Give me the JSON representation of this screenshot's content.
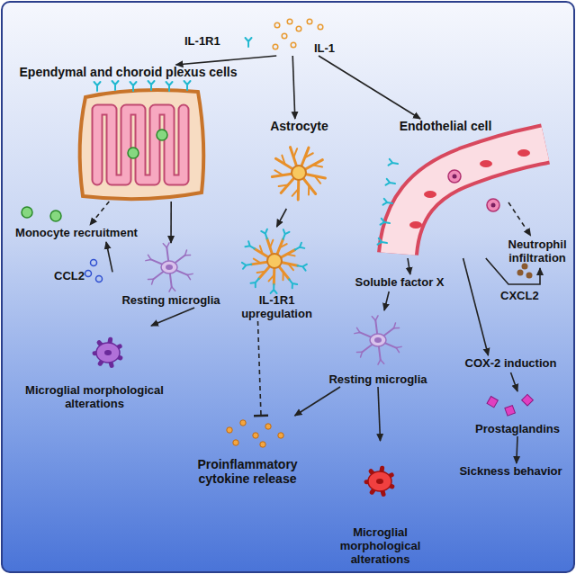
{
  "diagram": {
    "nodes": [
      {
        "text": [
          "IL-1R1"
        ]
      },
      {
        "text": [
          "IL-1"
        ]
      },
      {
        "text": [
          "Ependymal and choroid plexus cells"
        ]
      },
      {
        "text": [
          "Astrocyte"
        ]
      },
      {
        "text": [
          "Endothelial cell"
        ]
      },
      {
        "text": [
          "Monocyte recruitment"
        ]
      },
      {
        "text": [
          "Resting microglia"
        ]
      },
      {
        "text": [
          "Microglial morphological alterations"
        ]
      },
      {
        "text": [
          "IL-1R1 upregulation"
        ]
      },
      {
        "text": [
          "Soluble factor X"
        ]
      },
      {
        "text": [
          "Neutrophil infiltration"
        ]
      },
      {
        "text": [
          "Resting microglia"
        ]
      },
      {
        "text": [
          "COX-2 induction"
        ]
      },
      {
        "text": [
          "Proinflammatory cytokine release"
        ]
      },
      {
        "text": [
          "Microglial morphological alterations"
        ]
      },
      {
        "text": [
          "Prostaglandins"
        ]
      },
      {
        "text": [
          "Sickness behavior"
        ]
      }
    ],
    "edges": [
      {
        "from": 1,
        "to": 2,
        "arrow": "to"
      },
      {
        "from": 1,
        "to": 3,
        "arrow": "to"
      },
      {
        "from": 1,
        "to": 4,
        "arrow": "to"
      },
      {
        "from": 2,
        "to": 6,
        "arrow": "to"
      },
      {
        "from": 2,
        "to": 5,
        "arrow": "to"
      },
      {
        "from": 6,
        "to": 5,
        "label": "CCL2",
        "arrow": "to"
      },
      {
        "from": 6,
        "to": 7,
        "arrow": "to"
      },
      {
        "from": 3,
        "to": 8,
        "arrow": "to"
      },
      {
        "from": 8,
        "to": 13,
        "arrow": "to"
      },
      {
        "from": 4,
        "to": 9,
        "arrow": "to"
      },
      {
        "from": 4,
        "to": 10,
        "arrow": "to"
      },
      {
        "from": 4,
        "to": 10,
        "label": "CXCL2",
        "arrow": "to"
      },
      {
        "from": 4,
        "to": 12,
        "arrow": "to"
      },
      {
        "from": 9,
        "to": 11,
        "arrow": "to"
      },
      {
        "from": 11,
        "to": 13,
        "arrow": "to"
      },
      {
        "from": 11,
        "to": 14,
        "arrow": "to"
      },
      {
        "from": 12,
        "to": 15,
        "arrow": "to"
      },
      {
        "from": 15,
        "to": 16,
        "arrow": "to"
      }
    ]
  }
}
